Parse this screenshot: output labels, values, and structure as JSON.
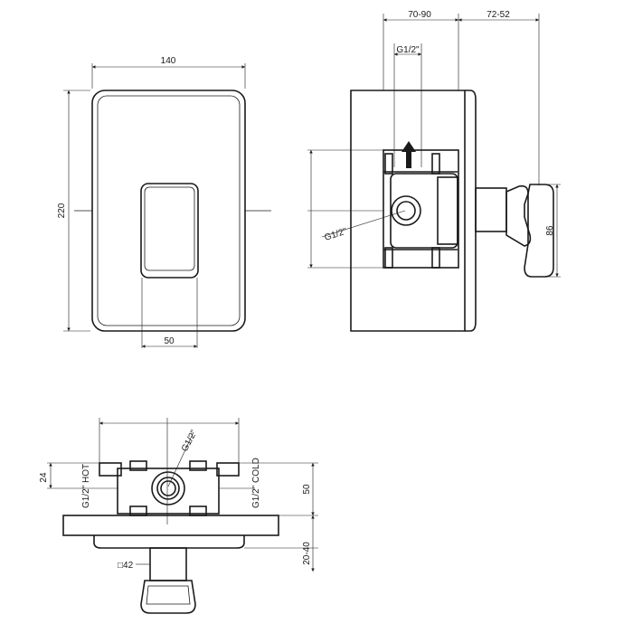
{
  "front_view": {
    "width_label": "140",
    "height_label": "220",
    "lever_width_label": "50"
  },
  "side_view": {
    "depth_range_label": "70-90",
    "projection_label": "72-52",
    "top_port_label": "G1/2\"",
    "side_port_label": "G1/2\"",
    "handle_height_label": "86"
  },
  "bottom_view": {
    "offset_label": "24",
    "hot_label": "G1/2\" HOT",
    "cold_label": "G1/2\" COLD",
    "top_port_label": "G1/2\"",
    "depth_label": "50",
    "wall_range_label": "20-40",
    "square_label": "□42"
  }
}
